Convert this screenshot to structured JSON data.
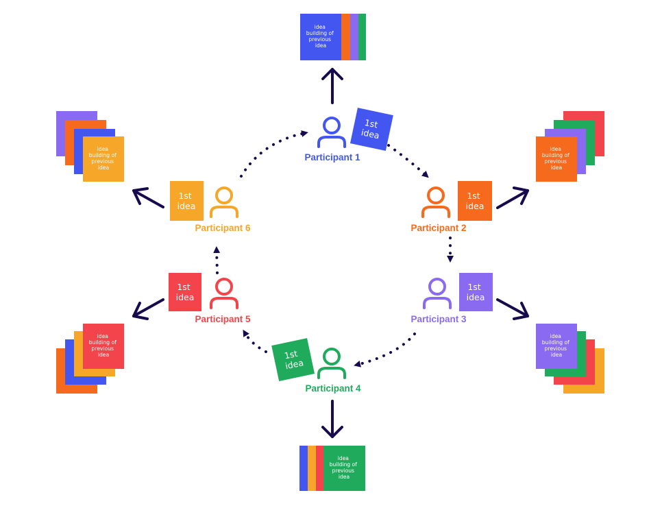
{
  "colors": {
    "p1": "#4357f0",
    "p2": "#f56a1c",
    "p3": "#8a6af0",
    "p4": "#1faa5c",
    "p5": "#f2444a",
    "p6": "#f6a628",
    "arrow": "#170a4d"
  },
  "participants": [
    {
      "id": "p1",
      "label": "Participant 1",
      "icon": "person-icon"
    },
    {
      "id": "p2",
      "label": "Participant 2",
      "icon": "person-icon"
    },
    {
      "id": "p3",
      "label": "Participant 3",
      "icon": "person-icon"
    },
    {
      "id": "p4",
      "label": "Participant 4",
      "icon": "person-icon"
    },
    {
      "id": "p5",
      "label": "Participant 5",
      "icon": "person-icon"
    },
    {
      "id": "p6",
      "label": "Participant 6",
      "icon": "person-icon"
    }
  ],
  "first_idea": {
    "line1": "1st",
    "line2": "idea"
  },
  "stack_card": {
    "line1": "idea",
    "line2": "building of",
    "line3": "previous",
    "line4": "idea"
  }
}
